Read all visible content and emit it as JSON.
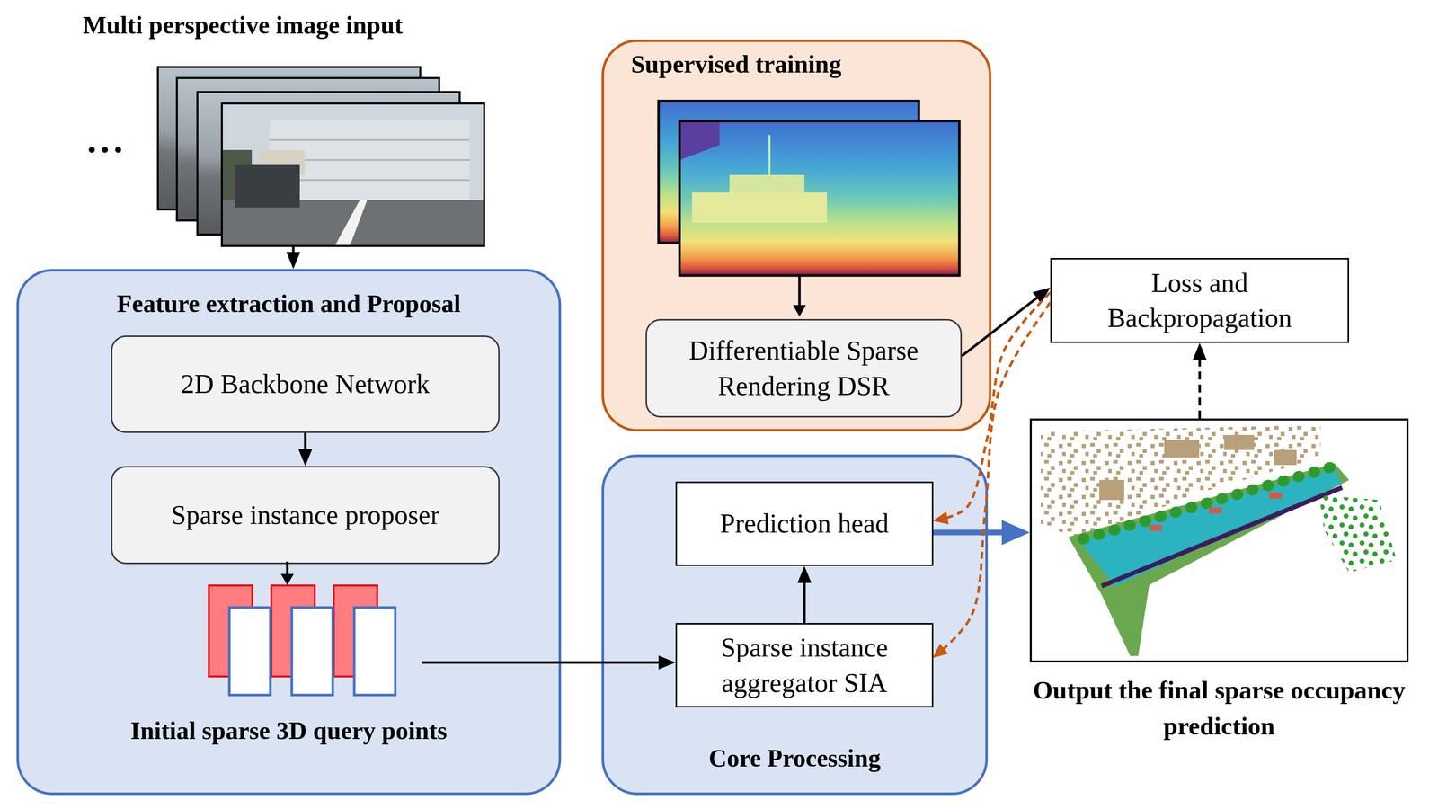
{
  "diagram": {
    "nodes": [
      {
        "text": [
          "Multi perspective image input"
        ]
      },
      {
        "text": [
          "Feature extraction and Proposal",
          "Initial sparse 3D query points"
        ]
      },
      {
        "text": [
          "2D Backbone Network"
        ],
        "in": 1
      },
      {
        "text": [
          "Sparse instance proposer"
        ],
        "in": 1
      },
      {
        "text": [
          "Supervised training"
        ]
      },
      {
        "text": [
          "Differentiable Sparse Rendering DSR"
        ],
        "in": 4
      },
      {
        "text": [
          "Loss and Backpropagation"
        ]
      },
      {
        "text": [
          "Core Processing"
        ]
      },
      {
        "text": [
          "Prediction head"
        ],
        "in": 7
      },
      {
        "text": [
          "Sparse instance aggregator SIA"
        ],
        "in": 7
      },
      {
        "text": [
          "Output the final sparse occupancy prediction"
        ]
      }
    ],
    "edges": [
      {
        "from": 0,
        "to": 1,
        "arrow": "to"
      },
      {
        "from": 2,
        "to": 3,
        "arrow": "to"
      },
      {
        "from": 1,
        "to": 9,
        "arrow": "to"
      },
      {
        "from": 5,
        "to": 6,
        "arrow": "to"
      },
      {
        "from": 9,
        "to": 8,
        "arrow": "to"
      },
      {
        "from": 8,
        "to": 10,
        "arrow": "to"
      },
      {
        "from": 10,
        "to": 6,
        "arrow": "to"
      },
      {
        "from": 6,
        "to": 8,
        "arrow": "to"
      },
      {
        "from": 6,
        "to": 9,
        "arrow": "to"
      }
    ],
    "labels": [
      "• • •"
    ]
  }
}
